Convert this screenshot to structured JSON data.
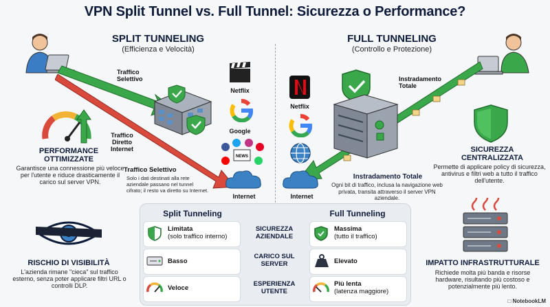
{
  "title": "VPN Split Tunnel vs. Full Tunnel: Sicurezza o Performance?",
  "left": {
    "header": "SPLIT TUNNELING",
    "subheader": "(Efficienza e Velocità)",
    "label_traffico_selettivo": "Traffico Selettivo",
    "label_traffico_diretto": "Traffico Diretto Internet",
    "label_traffico_selettivo_2": "Traffico Selettivo",
    "desc_selettivo": "Solo i dati destinati alla rete aziendale passano nel tunnel cifrato; il resto va diretto su Internet.",
    "internet": "Internet",
    "brands": [
      "Netflix",
      "Google"
    ],
    "performance_title": "PERFORMANCE OTTIMIZZATE",
    "performance_text": "Garantisce una connessione più veloce per l'utente e riduce drasticamente il carico sul server VPN.",
    "rischio_title": "RISCHIO DI VISIBILITÀ",
    "rischio_text": "L'azienda rimane \"cieca\" sul traffico esterno, senza poter applicare filtri URL o controlli DLP."
  },
  "right": {
    "header": "FULL TUNNELING",
    "subheader": "(Controllo e Protezione)",
    "label_instradamento": "Instradamento Totale",
    "label_instradamento_2": "Instradamento Totale",
    "desc_instradamento": "Ogni bit di traffico, inclusa la navigazione web privata, transita attraverso il server VPN aziendale.",
    "internet": "Internet",
    "brands": [
      "Netflix",
      "Google"
    ],
    "sicurezza_title": "SICUREZZA CENTRALIZZATA",
    "sicurezza_text": "Permette di applicare policy di sicurezza, antivirus e filtri web a tutto il traffico dell'utente.",
    "impatto_title": "IMPATTO INFRASTRUTTURALE",
    "impatto_text": "Richiede molta più banda e risorse hardware, risultando più costoso e potenzialmente più lento."
  },
  "table": {
    "col_left": "Split Tunneling",
    "col_right": "Full Tunneling",
    "rows": [
      {
        "criterion": "SICUREZZA AZIENDALE",
        "left_main": "Limitata",
        "left_sub": "(solo traffico interno)",
        "right_main": "Massima",
        "right_sub": "(tutto il traffico)"
      },
      {
        "criterion": "CARICO SUL SERVER",
        "left_main": "Basso",
        "left_sub": "",
        "right_main": "Elevato",
        "right_sub": ""
      },
      {
        "criterion": "ESPERIENZA UTENTE",
        "left_main": "Veloce",
        "left_sub": "",
        "right_main": "Più lenta",
        "right_sub": "(latenza maggiore)"
      }
    ]
  },
  "footer": "NotebookLM",
  "colors": {
    "green": "#3aa84a",
    "red": "#d94a3d",
    "navy": "#0d1b3a",
    "blue": "#3b82c4"
  }
}
